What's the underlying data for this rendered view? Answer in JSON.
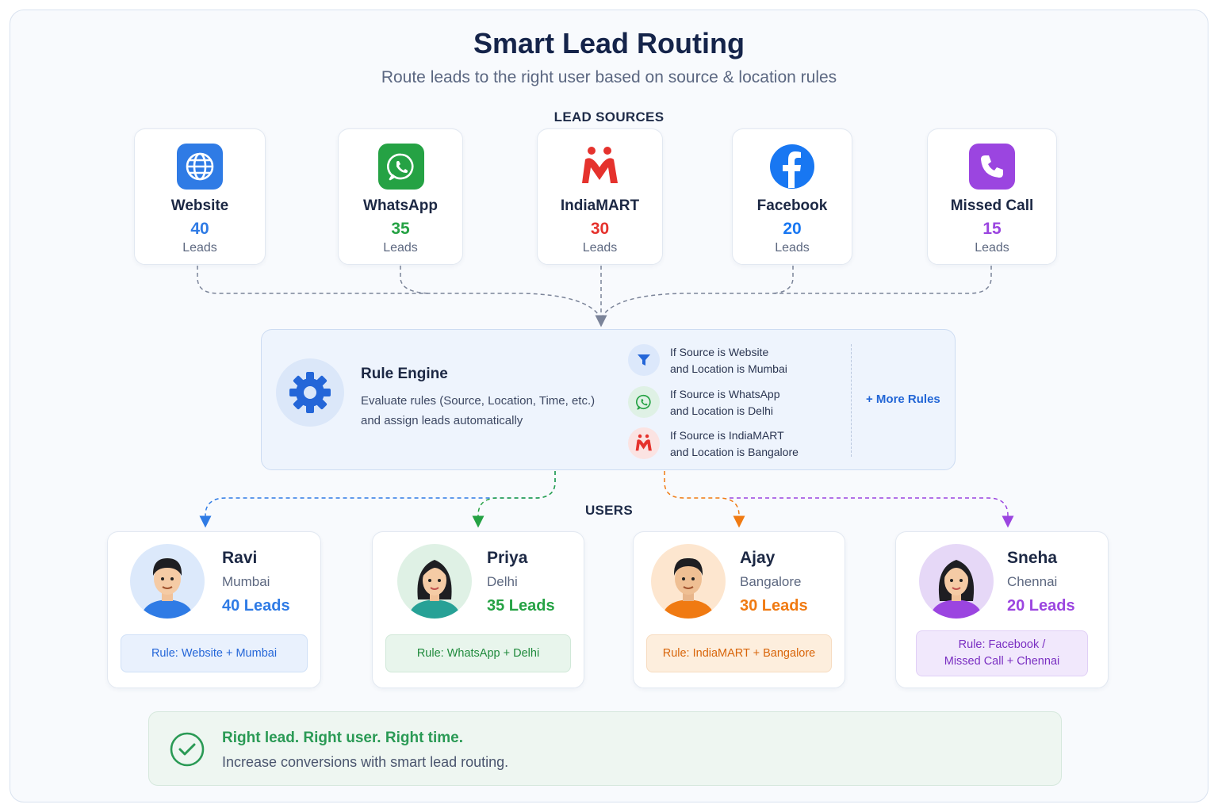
{
  "header": {
    "title": "Smart Lead Routing",
    "subtitle": "Route leads to the right user based on source & location rules"
  },
  "sections": {
    "sources_label": "LEAD SOURCES",
    "users_label": "USERS"
  },
  "sources": [
    {
      "name": "Website",
      "count": "40",
      "unit": "Leads",
      "icon": "globe-icon",
      "color": "#2f7be5"
    },
    {
      "name": "WhatsApp",
      "count": "35",
      "unit": "Leads",
      "icon": "whatsapp-icon",
      "color": "#25a244"
    },
    {
      "name": "IndiaMART",
      "count": "30",
      "unit": "Leads",
      "icon": "indiamart-icon",
      "color": "#e5322d"
    },
    {
      "name": "Facebook",
      "count": "20",
      "unit": "Leads",
      "icon": "facebook-icon",
      "color": "#1877f2"
    },
    {
      "name": "Missed Call",
      "count": "15",
      "unit": "Leads",
      "icon": "phone-icon",
      "color": "#9b45e0"
    }
  ],
  "engine": {
    "title": "Rule Engine",
    "description": "Evaluate rules (Source, Location, Time, etc.) and assign leads automatically",
    "rules": [
      {
        "text": "If Source is Website\nand Location is Mumbai",
        "icon": "filter-icon"
      },
      {
        "text": "If Source is WhatsApp\nand Location is Delhi",
        "icon": "whatsapp-icon"
      },
      {
        "text": "If Source is IndiaMART\nand Location is Bangalore",
        "icon": "indiamart-icon"
      }
    ],
    "more_rules": "+ More Rules"
  },
  "users": [
    {
      "name": "Ravi",
      "city": "Mumbai",
      "leads": "40 Leads",
      "rule": "Rule: Website + Mumbai",
      "color": "#2f7be5"
    },
    {
      "name": "Priya",
      "city": "Delhi",
      "leads": "35 Leads",
      "rule": "Rule: WhatsApp + Delhi",
      "color": "#25a244"
    },
    {
      "name": "Ajay",
      "city": "Bangalore",
      "leads": "30 Leads",
      "rule": "Rule: IndiaMART + Bangalore",
      "color": "#f07a12"
    },
    {
      "name": "Sneha",
      "city": "Chennai",
      "leads": "20 Leads",
      "rule": "Rule: Facebook /\nMissed Call + Chennai",
      "color": "#9b45e0"
    }
  ],
  "banner": {
    "title": "Right lead. Right user. Right time.",
    "subtitle": "Increase conversions with smart lead routing.",
    "icon": "check-circle-icon"
  }
}
